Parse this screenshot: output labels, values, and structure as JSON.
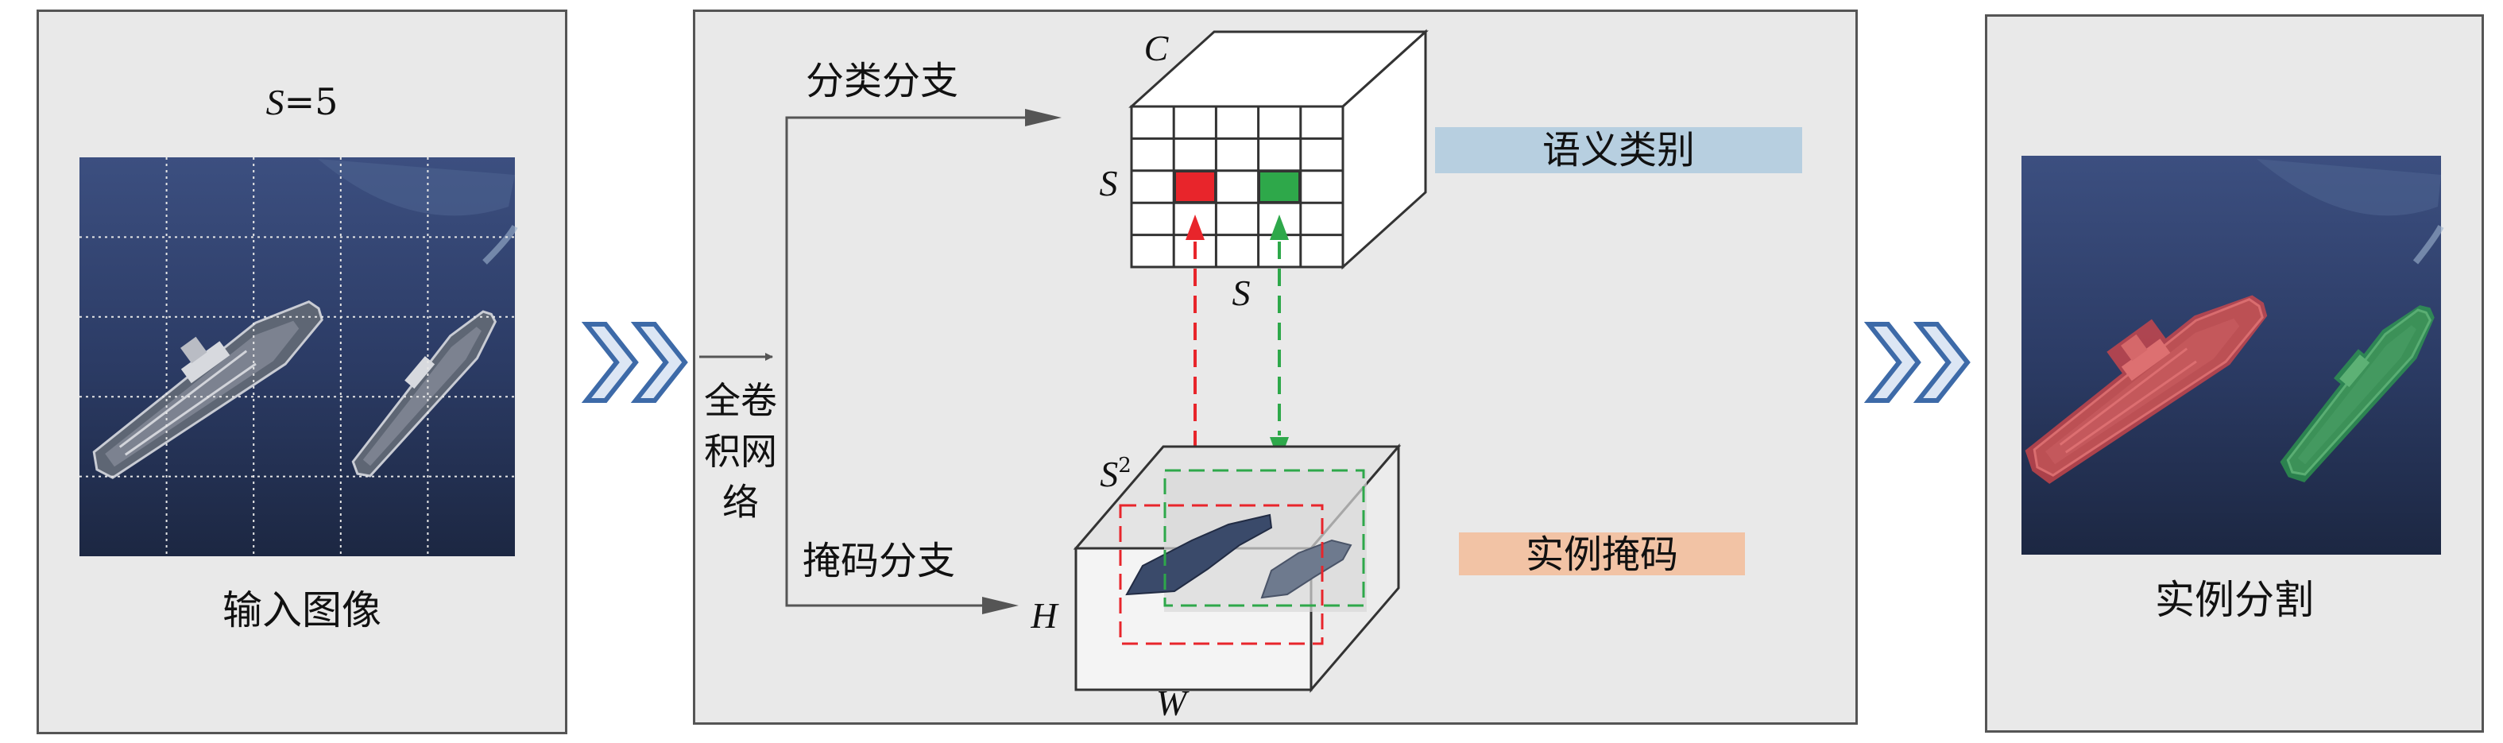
{
  "left_panel": {
    "s_var": "S",
    "s_eq": "=5",
    "caption": "输入图像"
  },
  "middle_panel": {
    "fcn_label_lines": [
      "全卷",
      "积网",
      "络"
    ],
    "class_branch": "分类分支",
    "mask_branch": "掩码分支",
    "semantic_label": "语义类别",
    "instance_mask_label": "实例掩码",
    "cube_top": {
      "c": "C",
      "s_left": "S",
      "s_bottom": "S"
    },
    "cube_bottom": {
      "s2_base": "S",
      "s2_sup": "2",
      "h": "H",
      "w": "W"
    }
  },
  "right_panel": {
    "caption": "实例分割"
  },
  "colors": {
    "panel_bg": "#e9e9e9",
    "red": "#e8252b",
    "green": "#2ea84a",
    "semantic_bg": "#b7cfe0",
    "mask_bg": "#f2c3a5",
    "chevron": "#3d6aa8"
  }
}
